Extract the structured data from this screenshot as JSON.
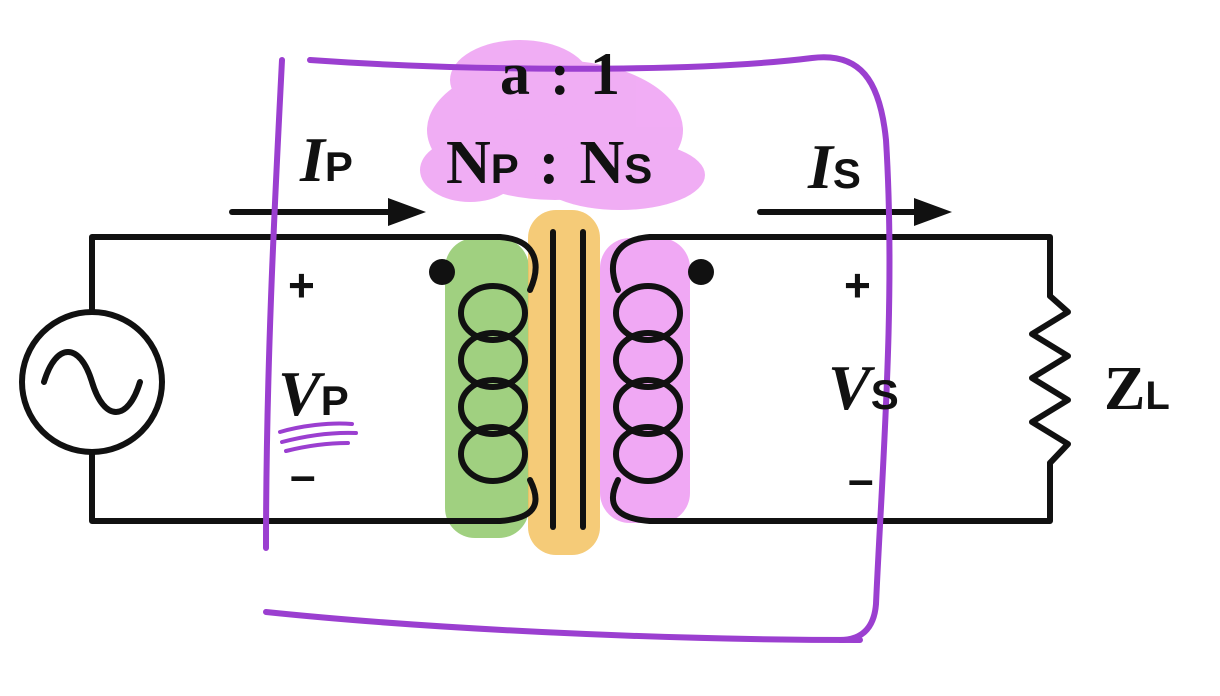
{
  "diagram": {
    "ratio_line": {
      "a": "a",
      "sep": ":",
      "one": "1"
    },
    "turns_line": {
      "np": "N",
      "np_sub": "P",
      "sep": ":",
      "ns": "N",
      "ns_sub": "S"
    },
    "primary_current": {
      "symbol": "I",
      "sub": "P"
    },
    "secondary_current": {
      "symbol": "I",
      "sub": "S"
    },
    "primary_voltage": {
      "symbol": "V",
      "sub": "P",
      "plus": "+",
      "minus": "–"
    },
    "secondary_voltage": {
      "symbol": "V",
      "sub": "S",
      "plus": "+",
      "minus": "–"
    },
    "load": {
      "symbol": "Z",
      "sub": "L"
    }
  },
  "colors": {
    "wire": "#111111",
    "annotation_purple": "#9b3fd0",
    "highlight_pink": "#ee9ff3",
    "highlight_green": "#8fc86a",
    "highlight_orange": "#f3c260"
  }
}
